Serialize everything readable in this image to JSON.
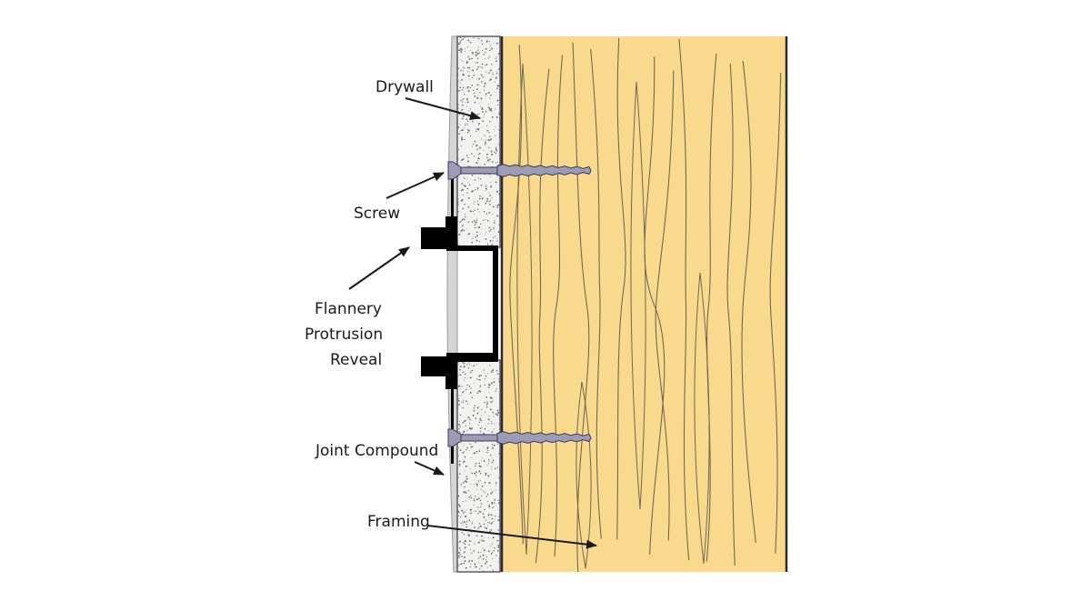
{
  "labels": {
    "drywall": "Drywall",
    "screw": "Screw",
    "reveal_line1": "Flannery",
    "reveal_line2": "Protrusion",
    "reveal_line3": "Reveal",
    "joint_compound": "Joint Compound",
    "framing": "Framing"
  },
  "colors": {
    "wood": "#f9d98c",
    "wood_grain": "#6f6a55",
    "drywall": "#f1f1ef",
    "drywall_speckle": "#6d6d6d",
    "compound": "#d4d5d7",
    "reveal_profile": "#000000",
    "screw": "#9d9bb6",
    "outline": "#2a2a36",
    "arrow": "#1a1a1a"
  }
}
